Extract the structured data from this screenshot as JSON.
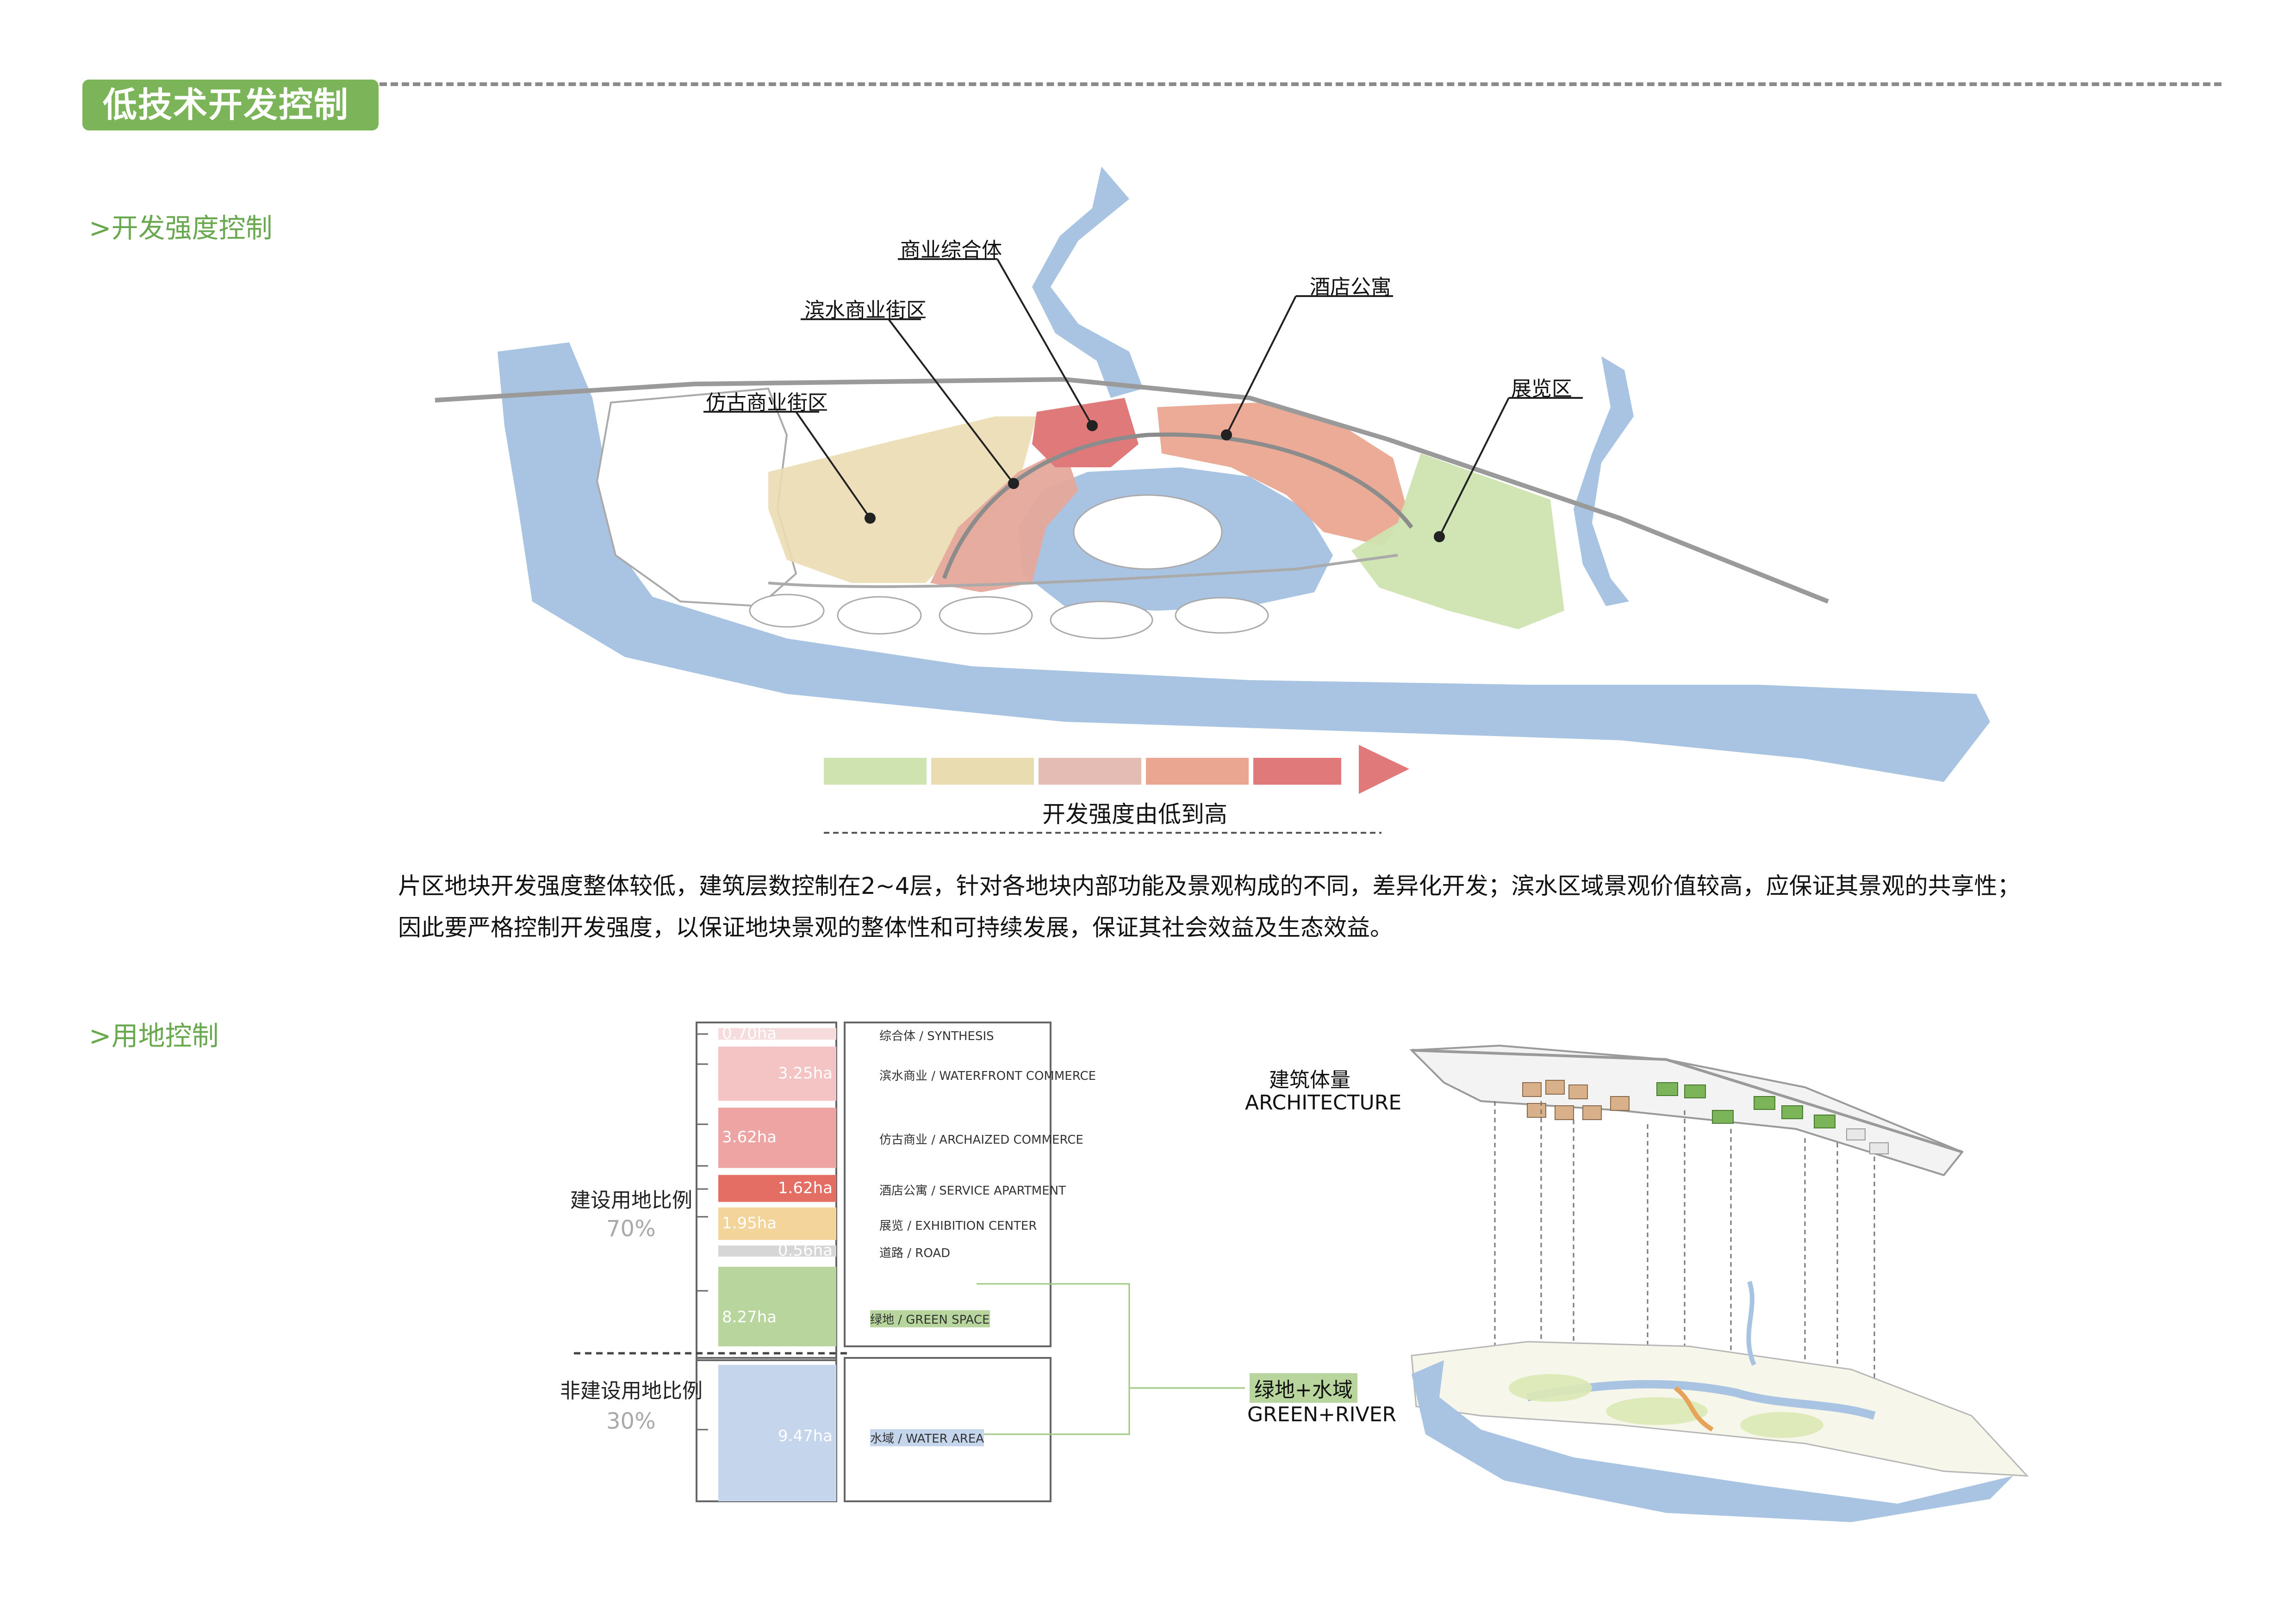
{
  "header": {
    "title": "低技术开发控制"
  },
  "section1": {
    "title": ">开发强度控制",
    "callouts": {
      "commercial_complex": "商业综合体",
      "waterfront_street": "滨水商业街区",
      "hotel_apartment": "酒店公寓",
      "antique_street": "仿古商业街区",
      "exhibition": "展览区"
    },
    "intensity_legend": {
      "label": "开发强度由低到高",
      "colors": [
        "#cfe3b0",
        "#eadcb1",
        "#e5bcb4",
        "#eaa690",
        "#e07a7a"
      ]
    },
    "paragraph": [
      "片区地块开发强度整体较低，建筑层数控制在2~4层，针对各地块内部功能及景观构成的不同，差异化开发；滨水区域景观价值较高，应保证其景观的共享性；",
      "因此要严格控制开发强度，以保证地块景观的整体性和可持续发展，保证其社会效益及生态效益。"
    ]
  },
  "section2": {
    "title": ">用地控制",
    "construction_label": "建设用地比例",
    "construction_pct": "70%",
    "non_construction_label": "非建设用地比例",
    "non_construction_pct": "30%",
    "arch_cn": "建筑体量",
    "arch_en": "ARCHITECTURE",
    "green_cn": "绿地+水域",
    "green_en": "GREEN+RIVER"
  },
  "chart_data": {
    "type": "bar",
    "units": "ha",
    "categories": [
      "综合体 / SYNTHESIS",
      "滨水商业 /  WATERFRONT COMMERCE",
      "仿古商业 /  ARCHAIZED COMMERCE",
      "酒店公寓 /  SERVICE APARTMENT",
      "展览 /  EXHIBITION CENTER",
      "道路 /  ROAD",
      "绿地 /  GREEN SPACE",
      "水域 /  WATER AREA"
    ],
    "values": [
      0.7,
      3.25,
      3.62,
      1.62,
      1.95,
      0.56,
      8.27,
      9.47
    ],
    "value_labels": [
      "0.70ha",
      "3.25ha",
      "3.62ha",
      "1.62ha",
      "1.95ha",
      "0.56ha",
      "8.27ha",
      "9.47ha"
    ],
    "colors": [
      "#f6dcdc",
      "#f4c4c4",
      "#eea4a2",
      "#e46e64",
      "#f3d49a",
      "#d6d6d6",
      "#b7d59c",
      "#c4d5ec"
    ],
    "groups": [
      {
        "name": "建设用地比例",
        "pct": "70%",
        "members": [
          0,
          1,
          2,
          3,
          4,
          5,
          6
        ]
      },
      {
        "name": "非建设用地比例",
        "pct": "30%",
        "members": [
          7
        ]
      }
    ]
  },
  "colors": {
    "accent_green": "#7cb45a",
    "water": "#a9c3e2",
    "road": "#9a9a9a"
  }
}
